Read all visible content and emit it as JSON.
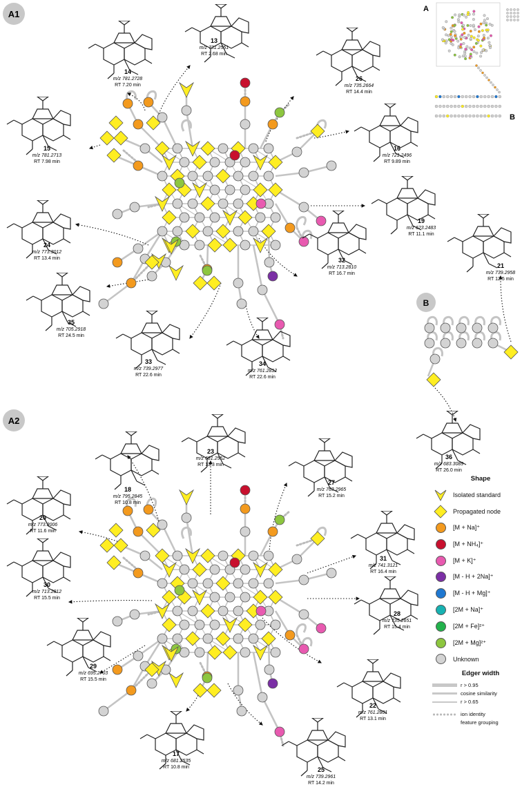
{
  "panels": {
    "a1": "A1",
    "a2": "A2",
    "b": "B",
    "inset_a": "A",
    "inset_b": "B"
  },
  "compounds_a1": [
    {
      "id": "14",
      "mz": "m/z 781.2728",
      "rt": "RT 7.20 min"
    },
    {
      "id": "13",
      "mz": "m/z 731.2551",
      "rt": "RT 2.68 min"
    },
    {
      "id": "26",
      "mz": "m/z 735.2664",
      "rt": "RT 14.4 min"
    },
    {
      "id": "15",
      "mz": "m/z 781.2713",
      "rt": "RT 7.98 min"
    },
    {
      "id": "16",
      "mz": "m/z 721.2496",
      "rt": "RT 9.89 min"
    },
    {
      "id": "19",
      "mz": "m/z 623.2483",
      "rt": "RT 11.1 min"
    },
    {
      "id": "24",
      "mz": "m/z 773.3012",
      "rt": "RT 13.4 min"
    },
    {
      "id": "32",
      "mz": "m/z 713.2810",
      "rt": "RT 16.7 min"
    },
    {
      "id": "35",
      "mz": "m/z 705.2918",
      "rt": "RT 24.5 min"
    },
    {
      "id": "33",
      "mz": "m/z 739.2977",
      "rt": "RT 22.6 min"
    },
    {
      "id": "34",
      "mz": "m/z 761.2812",
      "rt": "RT 22.6 min"
    }
  ],
  "compounds_b": [
    {
      "id": "21",
      "mz": "m/z 739.2958",
      "rt": "RT 12.5 min"
    },
    {
      "id": "36",
      "mz": "m/z 683.3089",
      "rt": "RT 26.0 min"
    }
  ],
  "compounds_a2": [
    {
      "id": "18",
      "mz": "m/z 795.2845",
      "rt": "RT 10.8 min"
    },
    {
      "id": "23",
      "mz": "m/z 681.2552",
      "rt": "RT 13.3 min"
    },
    {
      "id": "27",
      "mz": "m/z 763.2965",
      "rt": "RT 15.2 min"
    },
    {
      "id": "20",
      "mz": "m/z 773.3006",
      "rt": "RT 11.6 min"
    },
    {
      "id": "31",
      "mz": "m/z 741.3121",
      "rt": "RT 16.4 min"
    },
    {
      "id": "30",
      "mz": "m/z 713.2812",
      "rt": "RT 15.5 min"
    },
    {
      "id": "28",
      "mz": "m/z 735.2651",
      "rt": "RT 15.4 min"
    },
    {
      "id": "29",
      "mz": "m/z 695.2703",
      "rt": "RT 15.5 min"
    },
    {
      "id": "22",
      "mz": "m/z 761.2801",
      "rt": "RT 13.1 min"
    },
    {
      "id": "17",
      "mz": "m/z 681.2535",
      "rt": "RT 10.8 min"
    },
    {
      "id": "25",
      "mz": "m/z 739.2961",
      "rt": "RT 14.2 min"
    }
  ],
  "legend": {
    "shape_title": "Shape",
    "isolated_standard": "Isolated standard",
    "propagated_node": "Propagated node",
    "adducts": [
      {
        "label": "[M + Na]⁺",
        "color": "#f39a1e"
      },
      {
        "label": "[M + NH₄]⁺",
        "color": "#c8102e"
      },
      {
        "label": "[M + K]⁺",
        "color": "#e85ab0"
      },
      {
        "label": "[M - H + 2Na]⁺",
        "color": "#7b2fa5"
      },
      {
        "label": "[M - H + Mg]⁺",
        "color": "#1f78d1"
      },
      {
        "label": "[2M + Na]⁺",
        "color": "#17b2b2"
      },
      {
        "label": "[2M + Fe]²⁺",
        "color": "#22b24c"
      },
      {
        "label": "[2M + Mg]²⁺",
        "color": "#8dc63f"
      },
      {
        "label": "Unknown",
        "color": "#d3d3d3"
      }
    ],
    "edge_title": "Edger width",
    "edge_r1": "r > 0.95",
    "edge_mid": "cosine similarity",
    "edge_r2": "r > 0.65",
    "ion_identity_1": "ion identity",
    "ion_identity_2": "feature grouping"
  },
  "colors": {
    "standard": "#ffee22",
    "edge": "#c4c4c4",
    "badge": "#c8c8c8"
  }
}
